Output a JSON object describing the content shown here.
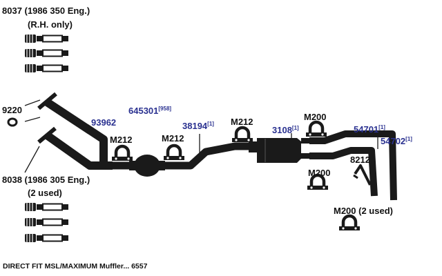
{
  "labels": {
    "p8037_line1": "8037 (1986 350 Eng.)",
    "p8037_line2": "(R.H. only)",
    "p9220": "9220",
    "p8038_line1": "8038 (1986 305 Eng.)",
    "p8038_line2": "(2 used)",
    "p93962": "93962",
    "p645301": "645301",
    "p645301_ref": "[958]",
    "p38194": "38194",
    "p38194_ref": "[1]",
    "p3108": "3108",
    "p3108_ref": "[1]",
    "p54701": "54701",
    "p54701_ref": "[1]",
    "p54702": "54702",
    "p54702_ref": "[1]",
    "m212_a": "M212",
    "m212_b": "M212",
    "m212_c": "M212",
    "m200_a": "M200",
    "m200_b": "M200",
    "m200_c": "M200 (2 used)",
    "p8212": "8212"
  },
  "footer": {
    "caption": "DIRECT FIT MSL/MAXIMUM Muffler... 6557"
  },
  "colors": {
    "part": "#1a1a1a",
    "link": "#2a3190",
    "background": "#ffffff"
  }
}
